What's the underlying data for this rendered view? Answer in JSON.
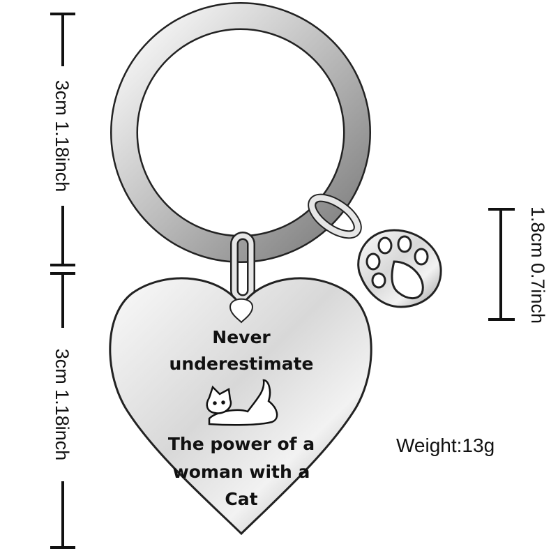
{
  "dimensions": {
    "ring_height": "3cm 1.18inch",
    "heart_height": "3cm 1.18inch",
    "paw_height": "1.8cm 0.7inch"
  },
  "weight": "Weight:13g",
  "engraving": {
    "line1": "Never",
    "line2": "underestimate",
    "line3": "The power of a",
    "line4": "woman with a",
    "line5": "Cat"
  },
  "colors": {
    "silver_light": "#f4f4f4",
    "silver_dark": "#8a8a8a",
    "outline": "#222222"
  }
}
